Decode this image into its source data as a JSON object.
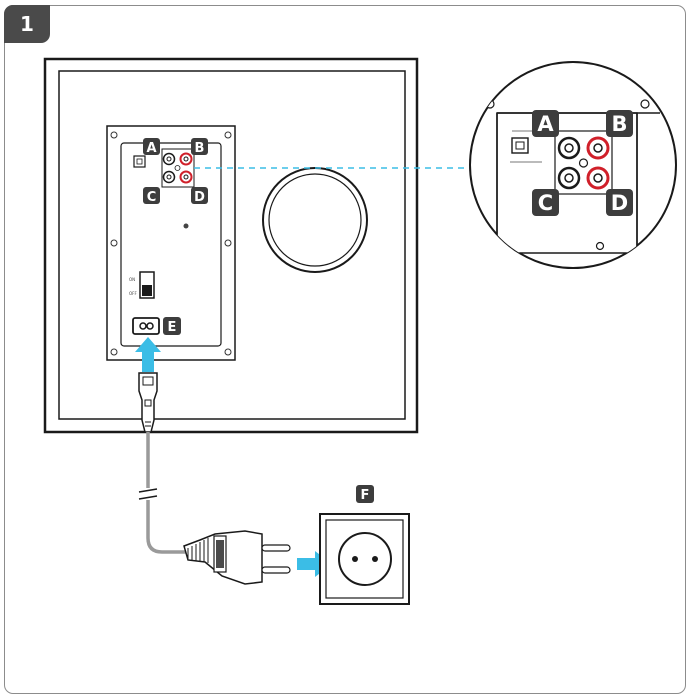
{
  "step_number": "1",
  "labels": {
    "a": "A",
    "b": "B",
    "c": "C",
    "d": "D",
    "e": "E",
    "f": "F"
  },
  "switch": {
    "on": "ON",
    "off": "OFF"
  },
  "colors": {
    "frame": "#222222",
    "badge": "#3d3d3d",
    "arrow": "#3bbde6",
    "rca_red": "#d0202a",
    "guide_line": "#3bbde6",
    "cable": "#9a9a9a"
  }
}
